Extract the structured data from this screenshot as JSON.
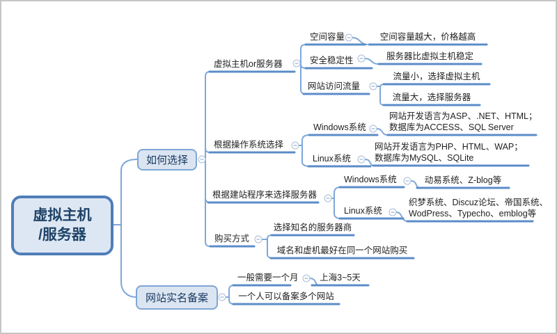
{
  "root": {
    "title_line1": "虚拟主机",
    "title_line2": "/服务器"
  },
  "how": {
    "label": "如何选择",
    "vps_or_server": {
      "label": "虚拟主机or服务器",
      "capacity": {
        "label": "空间容量",
        "note": "空间容量越大，价格越高"
      },
      "stability": {
        "label": "安全稳定性",
        "note": "服务器比虚拟主机稳定"
      },
      "traffic": {
        "label": "网站访问流量",
        "low": "流量小，选择虚拟主机",
        "high": "流量大，选择服务器"
      }
    },
    "by_os": {
      "label": "根据操作系统选择",
      "windows": {
        "label": "Windows系统",
        "note_line1": "网站开发语言为ASP、.NET、HTML；",
        "note_line2": "数据库为ACCESS、SQL Server"
      },
      "linux": {
        "label": "Linux系统",
        "note_line1": "网站开发语言为PHP、HTML、WAP；",
        "note_line2": "数据库为MySQL、SQLite"
      }
    },
    "by_program": {
      "label": "根据建站程序来选择服务器",
      "windows": {
        "label": "Windows系统",
        "note": "动易系统、Z-blog等"
      },
      "linux": {
        "label": "Linux系统",
        "note_line1": "织梦系统、Discuz论坛、帝国系统、",
        "note_line2": "WodPress、Typecho、emblog等"
      }
    },
    "purchase": {
      "label": "购买方式",
      "tip1": "选择知名的服务器商",
      "tip2": "域名和虚机最好在同一个网站购买"
    }
  },
  "registration": {
    "label": "网站实名备案",
    "duration": {
      "label": "一般需要一个月",
      "note": "上海3~5天"
    },
    "multi": {
      "label": "一个人可以备案多个网站"
    }
  },
  "colors": {
    "branch_line": "#7da7d9",
    "underline": "#5b8cc8",
    "box_fill": "#dbe5f2",
    "box_border": "#7ea6d5",
    "root_border": "#4f7db8",
    "root_text": "#1f4368"
  }
}
